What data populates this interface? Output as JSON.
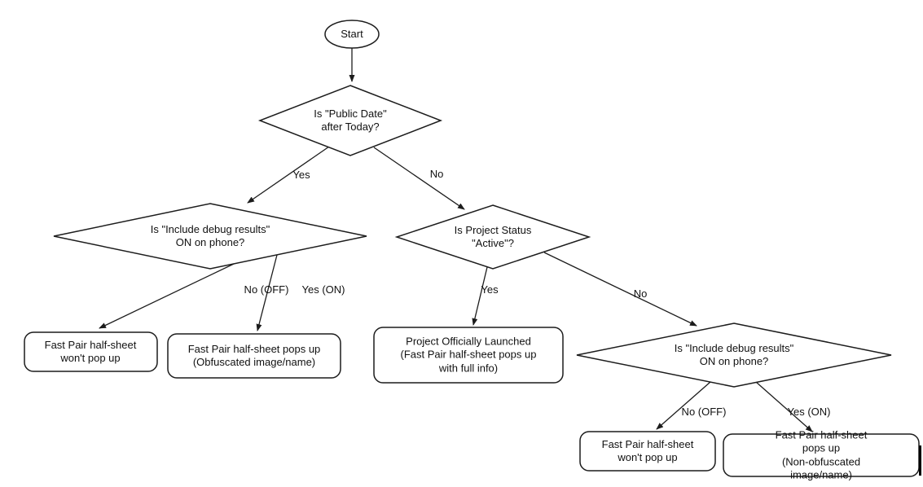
{
  "colors": {
    "stroke": "#1c1c1c",
    "background": "#ffffff",
    "text": "#111111"
  },
  "nodes": {
    "start": "Start",
    "public_date": "Is \"Public Date\"\nafter Today?",
    "debug_left": "Is \"Include debug results\"\nON on phone?",
    "project_status": "Is Project Status\n\"Active\"?",
    "debug_right": "Is \"Include debug results\"\nON on phone?",
    "no_popup_left": "Fast Pair half-sheet\nwon't pop up",
    "obfuscated": "Fast Pair half-sheet pops up\n(Obfuscated image/name)",
    "launched": "Project Officially Launched\n(Fast Pair half-sheet pops up\nwith full info)",
    "no_popup_right": "Fast Pair half-sheet\nwon't pop up",
    "non_obfuscated": "Fast Pair half-sheet pops up\n(Non-obfuscated image/name)"
  },
  "edges": {
    "d1_yes": "Yes",
    "d1_no": "No",
    "d2_no": "No (OFF)",
    "d2_yes": "Yes (ON)",
    "d3_yes": "Yes",
    "d3_no": "No",
    "d4_no": "No (OFF)",
    "d4_yes": "Yes (ON)"
  }
}
